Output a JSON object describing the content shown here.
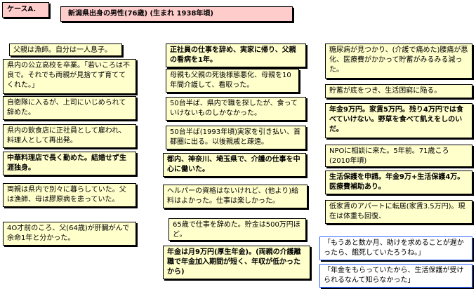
{
  "case_label": "ケースA.",
  "case_title": "新潟県出身の男性(76歳) (生まれ 1938年頃)",
  "column1": [
    "父親は漁師。自分は一人息子。",
    "県内の公立高校を卒業。「若いころは不良で。それでも両親が見捨てず育ててくれた。」",
    "自衛隊に入るが、上司にいじめられて辞めた。",
    "県内の飲食店に正社員として雇われ、料理人として再出発。",
    "中華料理店で長く勤めた。結婚せず生涯独身。",
    "両親は県内で別々に暮らしていた。父は漁師、母は膠原病を患っていた。",
    "4O才前のころ、父(64歳)が肝臓がんで余命1年と分かった。"
  ],
  "column2": [
    "正社員の仕事を辞め、実家に帰り、父親の看病を1年。",
    "母親も父親の死後様態悪化、母親を10年間介護して、看取った。",
    "50台半ば、県内で職を探したが、食っていけないものしかなかった。",
    "50台半ば(1993年頃)実家を引き払い、首都圏に出る。以後親戚と疎遠。",
    "都内、神奈川、埼玉県で、介護の仕事を中心に働いた。",
    "ヘルパーの資格はないけれど、(他より)給料はよかった。仕事は楽しかった。",
    "65歳で仕事を辞めた。貯金は500万円ほど。",
    "年金は月9万円(厚生年金)。(両親の介護離職で年金加入期間が短く、年収が低かったから)"
  ],
  "column3": [
    "糖尿病が見つかり、(介護で痛めた)腰痛が悪化、医療費がかかって貯蓄がみるみる減った。",
    "貯蓄が底をつき、生活困窮に陥る。",
    "年金9万円。家賃5万円。残り4万円では食べていけない。野草を食べて飢えをしのいだ。",
    "NPOに相談に来た。5年前。71歳ころ(2010年頃)",
    "生活保護を申請。年金9万+生活保護4万。医療費補助あり。",
    "低家賃のアパートに転居(家賃3.5万円)。現在は体重も回復、",
    "「もうあと数か月、助けを求めることが遅かったら、餓死していたろうね。」",
    "「年金をもらっていたから、生活保護が受けられるなんて知らなかった」"
  ]
}
